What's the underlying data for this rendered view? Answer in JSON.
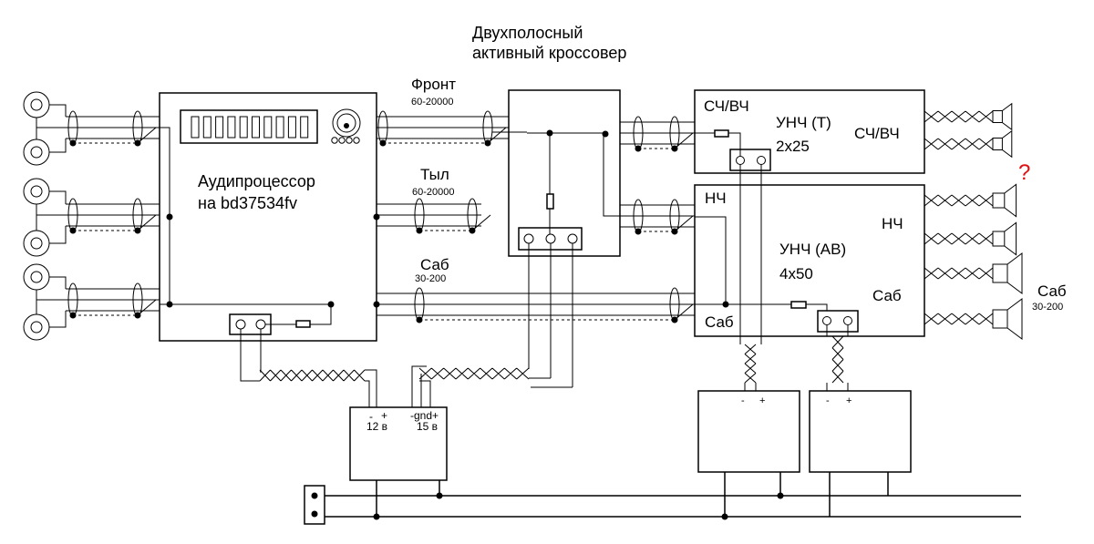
{
  "title": {
    "line1": "Двухполосный",
    "line2": "активный кроссовер"
  },
  "processor": {
    "line1": "Аудипроцессор",
    "line2": "на bd37534fv"
  },
  "channels": {
    "front": {
      "label": "Фронт",
      "range": "60-20000"
    },
    "rear": {
      "label": "Тыл",
      "range": "60-20000"
    },
    "sub": {
      "label": "Саб",
      "range": "30-200"
    }
  },
  "amp_t": {
    "in_label": "СЧ/ВЧ",
    "name": "УНЧ (Т)",
    "power": "2x25",
    "out_label": "СЧ/ВЧ"
  },
  "amp_ab": {
    "in_lf": "НЧ",
    "in_sub": "Саб",
    "name": "УНЧ (АВ)",
    "power": "4x50",
    "out_lf": "НЧ",
    "out_sub": "Саб"
  },
  "sub_out": {
    "label": "Саб",
    "range": "30-200"
  },
  "question_mark": "?",
  "psu_main": {
    "minus": "-",
    "plus": "+",
    "v1": "12 в",
    "gnd": "-gnd+",
    "v2": "15 в"
  },
  "psu_amp1": {
    "minus": "-",
    "plus": "+"
  },
  "psu_amp2": {
    "minus": "-",
    "plus": "+"
  },
  "colors": {
    "line": "#000000",
    "question": "#e01010",
    "background": "#ffffff"
  }
}
